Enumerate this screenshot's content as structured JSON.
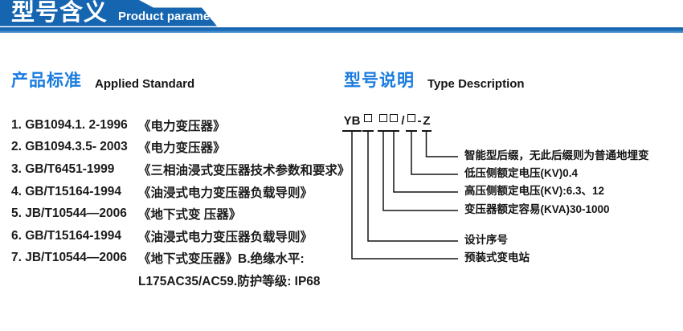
{
  "header": {
    "title": "型号含义",
    "subtitle": "Product parameters"
  },
  "standards": {
    "heading_cn": "产品标准",
    "heading_en": "Applied Standard",
    "items": [
      {
        "code": "1. GB1094.1. 2-1996",
        "title": "《电力变压器》"
      },
      {
        "code": "2. GB1094.3.5- 2003",
        "title": "《电力变压器》"
      },
      {
        "code": "3. GB/T6451-1999",
        "title": "《三相油浸式变压器技术参数和要求》"
      },
      {
        "code": "4. GB/T15164-1994",
        "title": "《油浸式电力变压器负载导则》"
      },
      {
        "code": "5. JB/T10544—2006",
        "title": "《地下式变 压器》"
      },
      {
        "code": "6. GB/T15164-1994",
        "title": "《油浸式电力变压器负载导则》"
      },
      {
        "code": "7. JB/T10544—2006",
        "title": "《地下式变压器》B.绝缘水平:"
      }
    ],
    "continuation": "L175AC35/AC59.防护等级: IP68"
  },
  "type_description": {
    "heading_cn": "型号说明",
    "heading_en": "Type Description",
    "model_code": {
      "prefix": "YB",
      "separator": "/",
      "dash": "-",
      "suffix": "Z"
    },
    "explanations": [
      "智能型后缀，无此后缀则为普通地埋变",
      "低压侧额定电压(KV)0.4",
      "高压侧额定电压(KV):6.3、12",
      "变压器额定容易(KVA)30-1000",
      "设计序号",
      "预装式变电站"
    ]
  },
  "colors": {
    "banner_blue": "#1565b0",
    "strip_blue_light": "#6ba6d6",
    "heading_blue": "#1a7ce0",
    "line_black": "#141414"
  }
}
